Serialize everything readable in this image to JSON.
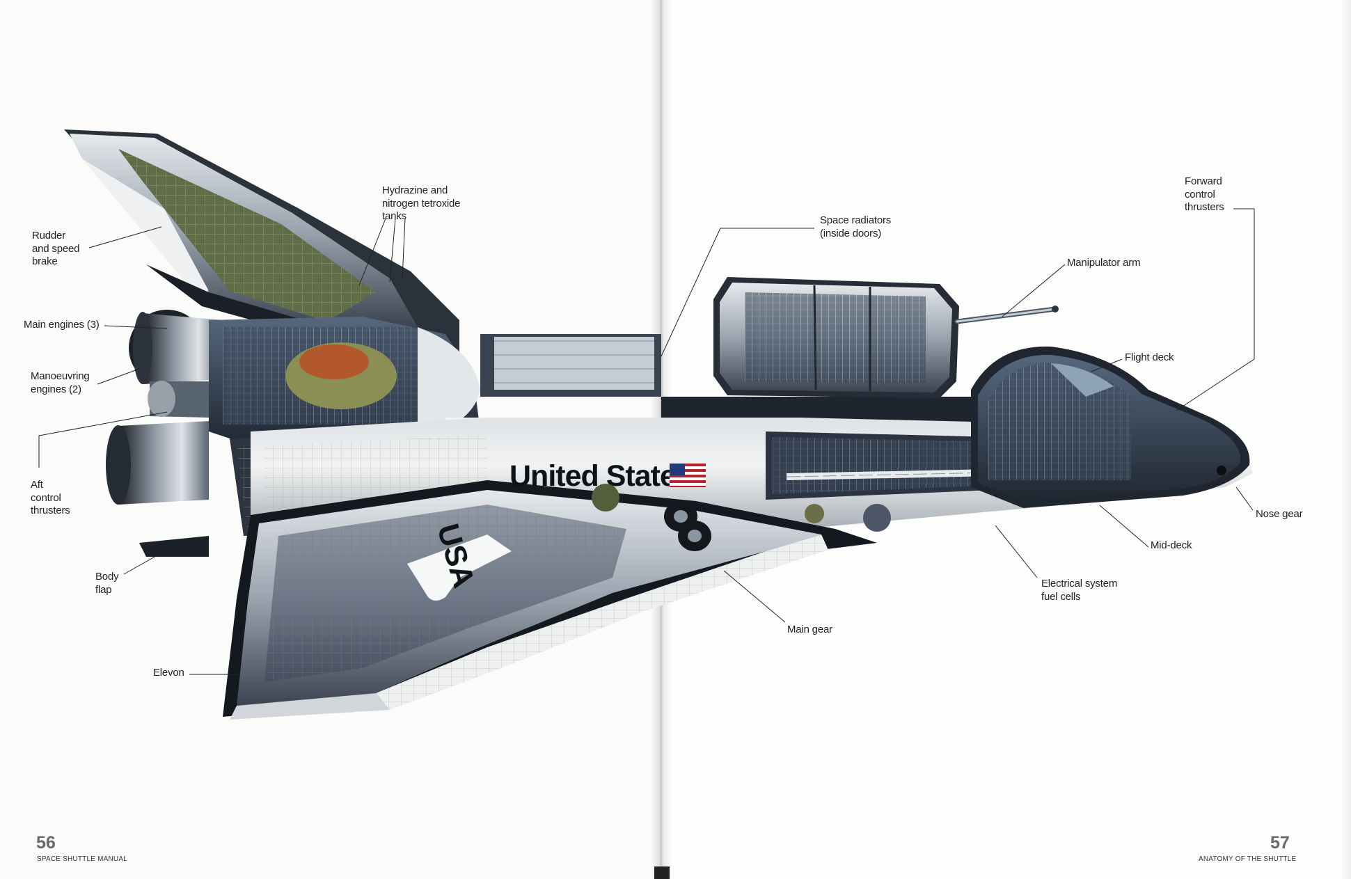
{
  "labels": {
    "rudder": "Rudder\nand speed\nbrake",
    "main_engines": "Main engines (3)",
    "manoeuvring": "Manoeuvring\nengines (2)",
    "aft_thrusters": "Aft\ncontrol\nthrusters",
    "body_flap": "Body\nflap",
    "elevon": "Elevon",
    "tanks": "Hydrazine and\nnitrogen tetroxide\ntanks",
    "radiators": "Space radiators\n(inside doors)",
    "manipulator": "Manipulator arm",
    "forward_thrusters": "Forward\ncontrol\nthrusters",
    "flight_deck": "Flight deck",
    "nose_gear": "Nose gear",
    "mid_deck": "Mid-deck",
    "fuel_cells": "Electrical system\nfuel cells",
    "main_gear": "Main gear"
  },
  "fuselage_text": "United States",
  "wing_text": "USA",
  "footer": {
    "left_page": "56",
    "left_title": "SPACE SHUTTLE MANUAL",
    "right_page": "57",
    "right_title": "ANATOMY OF THE SHUTTLE"
  },
  "colors": {
    "shadow": "#1a1f26",
    "metal": "#c9ced3",
    "blue_steel": "#4a5d78",
    "olive": "#7a8a4a",
    "tank_orange": "#b3582c",
    "tile_white": "#eef0f0"
  }
}
